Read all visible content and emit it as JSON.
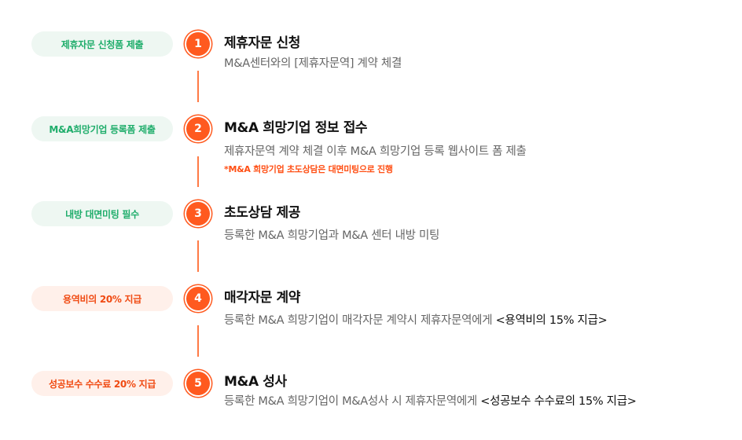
{
  "steps": [
    {
      "number": "1",
      "pill": "제휴자문 신청폼 제출",
      "pill_color": "#1fad6b",
      "title": "제휴자문 신청",
      "desc": "M&A센터와의 [제휴자문역] 계약 체결",
      "desc_strong": "",
      "note": ""
    },
    {
      "number": "2",
      "pill": "M&A희망기업 등록폼 제출",
      "pill_color": "#1fad6b",
      "title": "M&A 희망기업 정보 접수",
      "desc": "제휴자문역 계약 체결 이후 M&A 희망기업 등록 웹사이트 폼 제출",
      "desc_strong": "",
      "note": "*M&A 희망기업 초도상담은 대면미팅으로 진행"
    },
    {
      "number": "3",
      "pill": "내방 대면미팅 필수",
      "pill_color": "#1fad6b",
      "title": "초도상담 제공",
      "desc": "등록한 M&A 희망기업과 M&A 센터 내방 미팅",
      "desc_strong": "",
      "note": ""
    },
    {
      "number": "4",
      "pill": "용역비의 20% 지급",
      "pill_color": "#f04a12",
      "title": "매각자문 계약",
      "desc": "등록한 M&A 희망기업이 매각자문 계약시 제휴자문역에게 ",
      "desc_strong": "<용역비의 15% 지급>",
      "note": ""
    },
    {
      "number": "5",
      "pill": "성공보수 수수료 20% 지급",
      "pill_color": "#f04a12",
      "title": "M&A 성사",
      "desc": "등록한 M&A 희망기업이 M&A성사 시 제휴자문역에게 ",
      "desc_strong": "<성공보수 수수료의 15% 지급>",
      "note": ""
    }
  ],
  "accent_color": "#ff5a1f"
}
